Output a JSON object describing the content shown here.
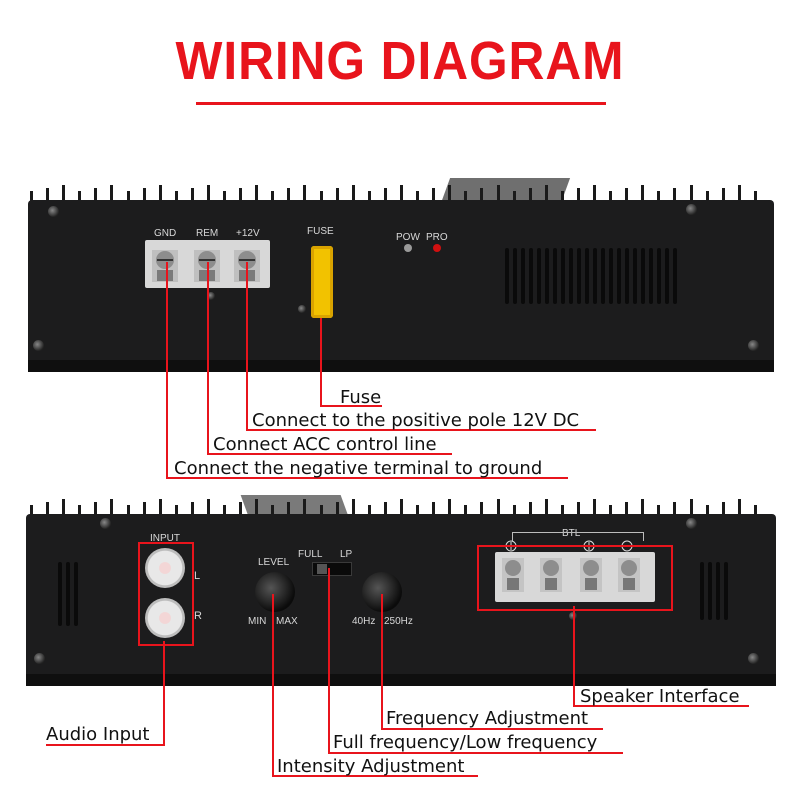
{
  "title": "WIRING DIAGRAM",
  "top_panel": {
    "terminal_labels": [
      "GND",
      "REM",
      "+12V"
    ],
    "fuse_label": "FUSE",
    "led_labels": [
      "POW",
      "PRO"
    ]
  },
  "bottom_panel": {
    "input_label": "INPUT",
    "channel_left": "L",
    "channel_right": "R",
    "level_label": "LEVEL",
    "level_min": "MIN",
    "level_max": "MAX",
    "switch_full": "FULL",
    "switch_lp": "LP",
    "freq_low": "40Hz",
    "freq_high": "250Hz",
    "btl_label": "BTL"
  },
  "callouts": {
    "fuse": "Fuse",
    "positive": "Connect to the positive pole 12V DC",
    "acc": "Connect ACC control line",
    "ground": "Connect the negative terminal to ground",
    "speaker": "Speaker Interface",
    "frequency": "Frequency Adjustment",
    "full_low": "Full frequency/Low frequency",
    "audio": "Audio Input",
    "intensity": "Intensity Adjustment"
  },
  "colors": {
    "accent_red": "#e8141c",
    "panel": "#1c1c1d",
    "fuse_yellow": "#f2c200"
  }
}
